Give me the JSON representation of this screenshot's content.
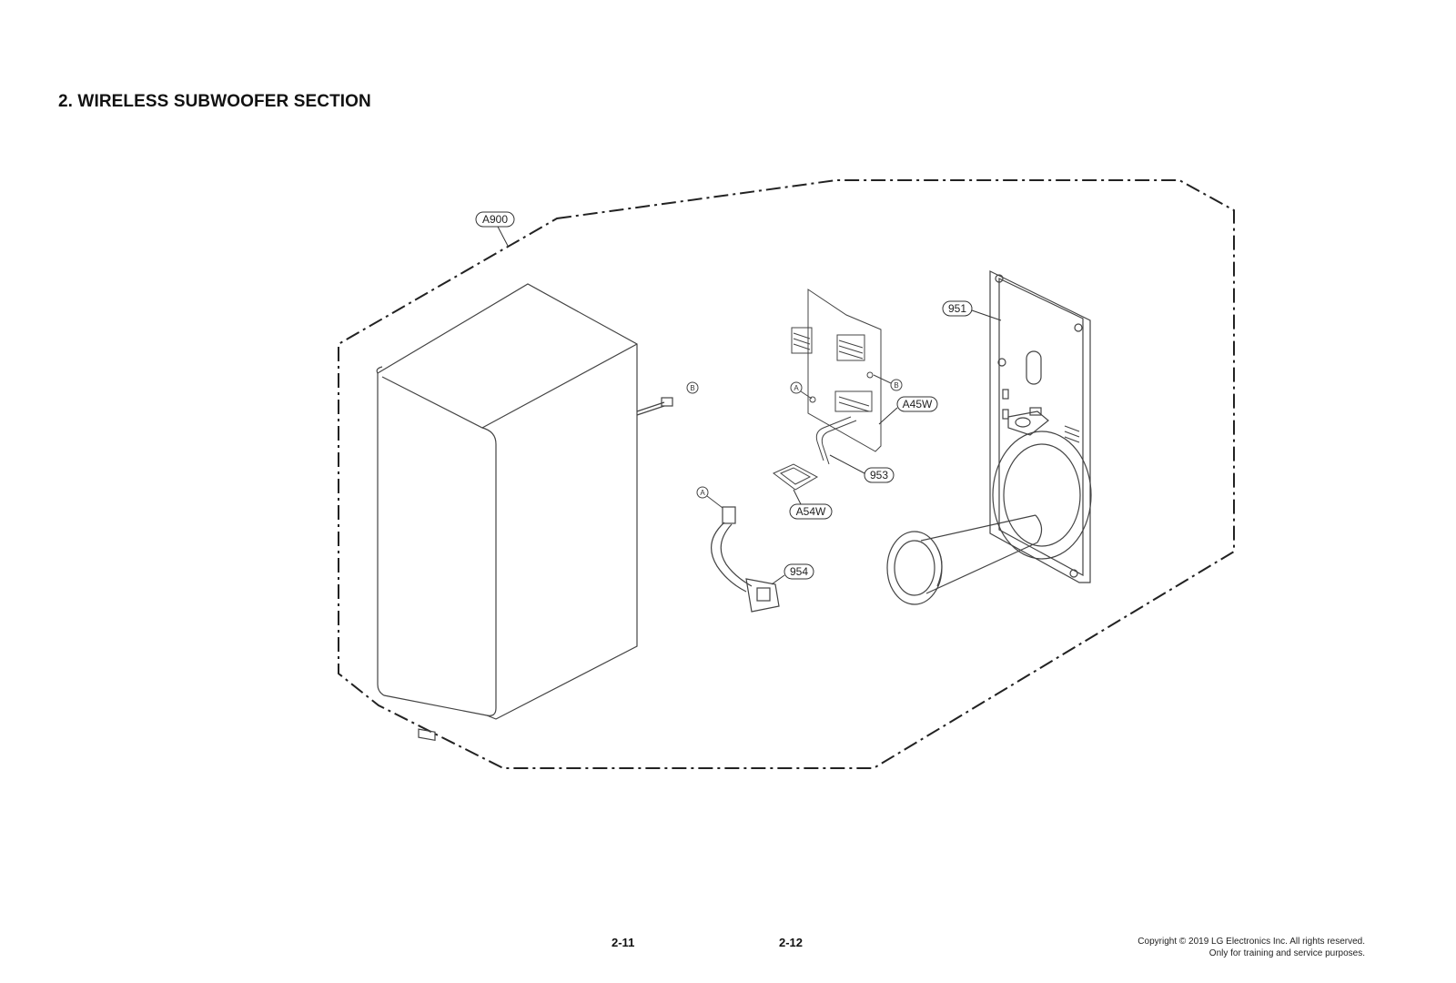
{
  "header": {
    "section_title": "2. WIRELESS SUBWOOFER SECTION"
  },
  "callouts": {
    "assembly": "A900",
    "cabinet_back_panel": "951",
    "main_board": "A45W",
    "flat_cable": "953",
    "wireless_module": "A54W",
    "power_inlet_cable": "954"
  },
  "connectors": {
    "a": "A",
    "b": "B"
  },
  "footer": {
    "page_left": "2-11",
    "page_right": "2-12",
    "copyright_line1": "Copyright © 2019 LG Electronics Inc. All rights reserved.",
    "copyright_line2": "Only for training and service purposes."
  },
  "colors": {
    "line": "#3a3a3a",
    "background": "#ffffff"
  }
}
